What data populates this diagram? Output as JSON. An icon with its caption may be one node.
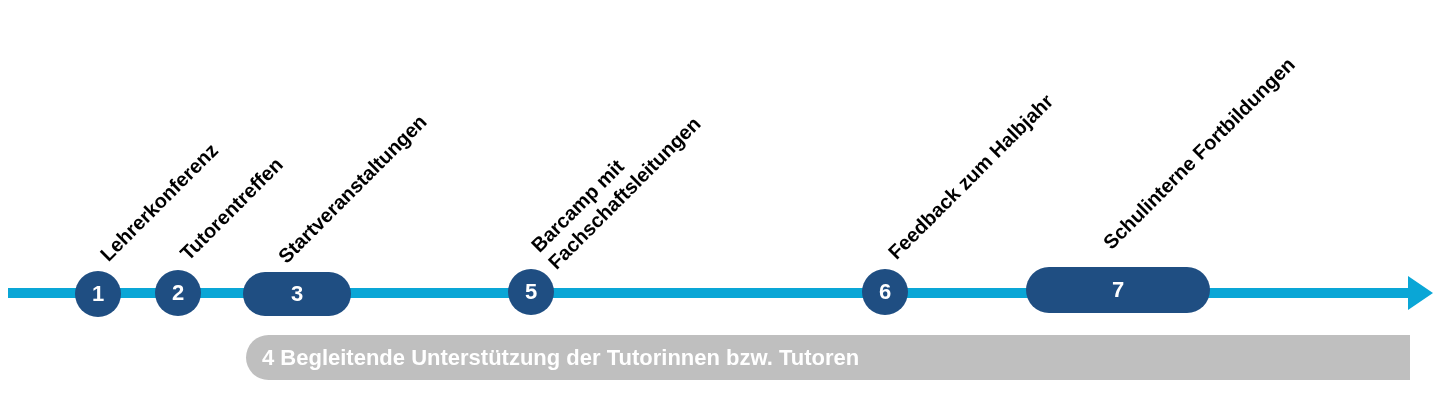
{
  "diagram": {
    "nodes": [
      {
        "text": [
          "1"
        ],
        "beside": [
          "Lehrerkonferenz"
        ]
      },
      {
        "text": [
          "2"
        ],
        "beside": [
          "Tutorentreffen"
        ]
      },
      {
        "text": [
          "3"
        ],
        "beside": [
          "Startveranstaltungen"
        ]
      },
      {
        "text": [
          "5"
        ],
        "beside": [
          "Barcamp mit Fachschaftsleitungen"
        ]
      },
      {
        "text": [
          "6"
        ],
        "beside": [
          "Feedback zum Halbjahr"
        ]
      },
      {
        "text": [
          "7"
        ],
        "beside": [
          "Schulinterne Fortbildungen"
        ]
      },
      {
        "text": [
          "4 Begleitende Unterstützung der Tutorinnen bzw. Tutoren"
        ]
      }
    ]
  }
}
